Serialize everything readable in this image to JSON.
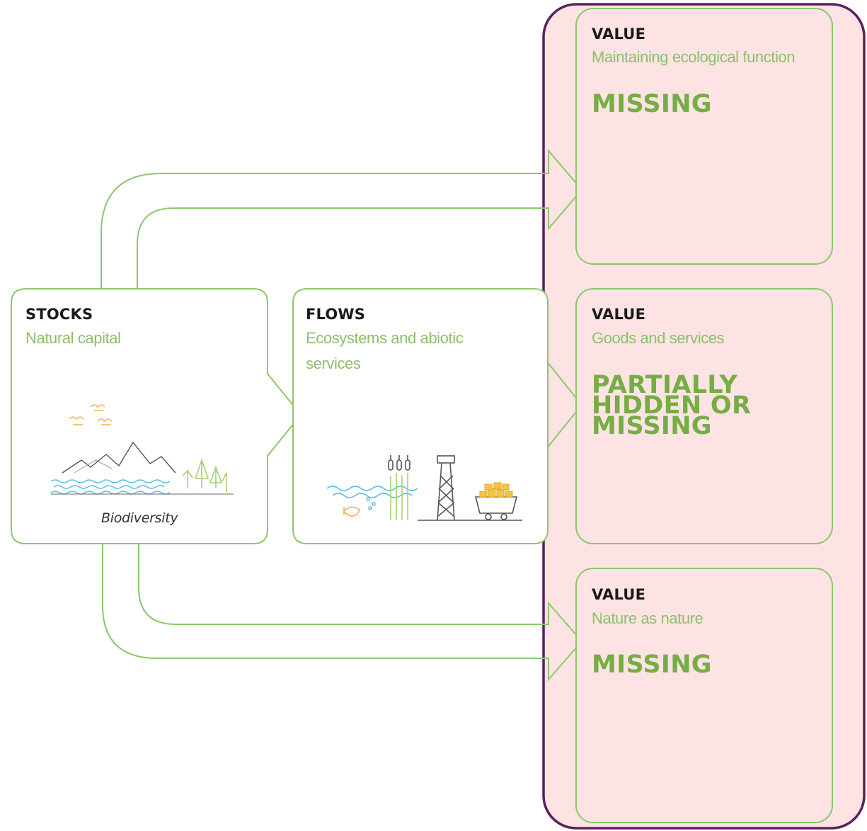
{
  "colors": {
    "box_stroke": "#8cc76e",
    "panel_fill": "#fde3e3",
    "panel_border": "#5b1f5e",
    "heading": "#1a1a1a",
    "subtitle": "#8cc06b",
    "status": "#76ad45"
  },
  "stocks": {
    "heading": "STOCKS",
    "subtitle": "Natural capital",
    "caption": "Biodiversity",
    "illustration_icon": "biodiversity-landscape-icon"
  },
  "flows": {
    "heading": "FLOWS",
    "subtitle": "Ecosystems and abiotic services",
    "illustration_icon": "ecosystem-services-icon"
  },
  "values": [
    {
      "heading": "VALUE",
      "subtitle": "Maintaining ecological function",
      "status": "MISSING"
    },
    {
      "heading": "VALUE",
      "subtitle": "Goods and services",
      "status": "PARTIALLY HIDDEN OR MISSING"
    },
    {
      "heading": "VALUE",
      "subtitle": "Nature as nature",
      "status": "MISSING"
    }
  ]
}
